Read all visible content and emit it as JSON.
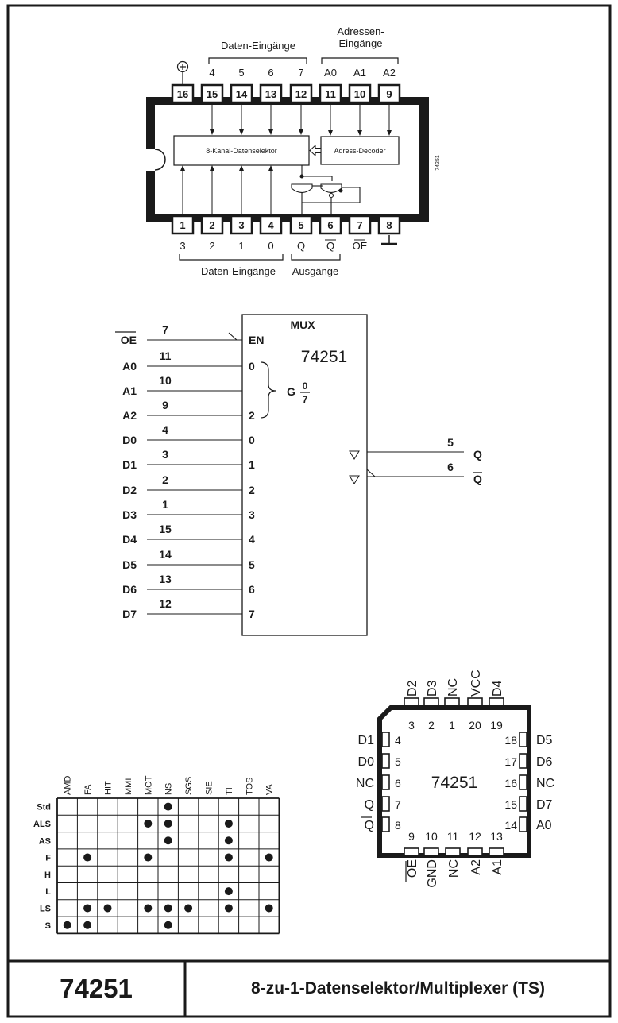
{
  "pinout": {
    "label_data_in_top": "Daten-Eingänge",
    "label_addr_in": "Adressen-\nEingänge",
    "top_pin_numbers": [
      "16",
      "15",
      "14",
      "13",
      "12",
      "11",
      "10",
      "9"
    ],
    "top_pin_labels": [
      "4",
      "5",
      "6",
      "7",
      "A0",
      "A1",
      "A2"
    ],
    "bottom_pin_numbers": [
      "1",
      "2",
      "3",
      "4",
      "5",
      "6",
      "7",
      "8"
    ],
    "bottom_pin_labels": [
      "3",
      "2",
      "1",
      "0",
      "Q",
      "Q",
      "OE"
    ],
    "selector_label": "8-Kanal-Datenselektor",
    "decoder_label": "Adress-Decoder",
    "chip_side_label": "74251",
    "label_data_in_bottom": "Daten-Eingänge",
    "label_outputs": "Ausgänge"
  },
  "logic_symbol": {
    "header": "MUX",
    "part": "74251",
    "en_label": "EN",
    "g_label": "G",
    "g_num": "0",
    "g_den": "7",
    "inputs": [
      {
        "signal": "OE",
        "pin": "7",
        "port": "EN"
      },
      {
        "signal": "A0",
        "pin": "11",
        "port": "0"
      },
      {
        "signal": "A1",
        "pin": "10",
        "port": ""
      },
      {
        "signal": "A2",
        "pin": "9",
        "port": "2"
      },
      {
        "signal": "D0",
        "pin": "4",
        "port": "0"
      },
      {
        "signal": "D1",
        "pin": "3",
        "port": "1"
      },
      {
        "signal": "D2",
        "pin": "2",
        "port": "2"
      },
      {
        "signal": "D3",
        "pin": "1",
        "port": "3"
      },
      {
        "signal": "D4",
        "pin": "15",
        "port": "4"
      },
      {
        "signal": "D5",
        "pin": "14",
        "port": "5"
      },
      {
        "signal": "D6",
        "pin": "13",
        "port": "6"
      },
      {
        "signal": "D7",
        "pin": "12",
        "port": "7"
      }
    ],
    "outputs": [
      {
        "signal": "Q",
        "pin": "5"
      },
      {
        "signal": "Q",
        "pin": "6"
      }
    ]
  },
  "plcc": {
    "part": "74251",
    "top_labels": [
      "D2",
      "D3",
      "NC",
      "VCC",
      "D4"
    ],
    "top_numbers": [
      "3",
      "2",
      "1",
      "20",
      "19"
    ],
    "left_labels": [
      "D1",
      "D0",
      "NC",
      "Q",
      "Q"
    ],
    "left_numbers": [
      "4",
      "5",
      "6",
      "7",
      "8"
    ],
    "right_numbers": [
      "18",
      "17",
      "16",
      "15",
      "14"
    ],
    "right_labels": [
      "D5",
      "D6",
      "NC",
      "D7",
      "A0"
    ],
    "bottom_numbers": [
      "9",
      "10",
      "11",
      "12",
      "13"
    ],
    "bottom_labels": [
      "OE",
      "GND",
      "NC",
      "A2",
      "A1"
    ]
  },
  "availability": {
    "columns": [
      "AMD",
      "FA",
      "HIT",
      "MMI",
      "MOT",
      "NS",
      "SGS",
      "SIE",
      "TI",
      "TOS",
      "VA"
    ],
    "rows": [
      {
        "family": "Std",
        "marks": [
          0,
          0,
          0,
          0,
          0,
          1,
          0,
          0,
          0,
          0,
          0
        ]
      },
      {
        "family": "ALS",
        "marks": [
          0,
          0,
          0,
          0,
          1,
          1,
          0,
          0,
          1,
          0,
          0
        ]
      },
      {
        "family": "AS",
        "marks": [
          0,
          0,
          0,
          0,
          0,
          1,
          0,
          0,
          1,
          0,
          0
        ]
      },
      {
        "family": "F",
        "marks": [
          0,
          1,
          0,
          0,
          1,
          0,
          0,
          0,
          1,
          0,
          1
        ]
      },
      {
        "family": "H",
        "marks": [
          0,
          0,
          0,
          0,
          0,
          0,
          0,
          0,
          0,
          0,
          0
        ]
      },
      {
        "family": "L",
        "marks": [
          0,
          0,
          0,
          0,
          0,
          0,
          0,
          0,
          1,
          0,
          0
        ]
      },
      {
        "family": "LS",
        "marks": [
          0,
          1,
          1,
          0,
          1,
          1,
          1,
          0,
          1,
          0,
          1
        ]
      },
      {
        "family": "S",
        "marks": [
          1,
          1,
          0,
          0,
          0,
          1,
          0,
          0,
          0,
          0,
          0
        ]
      }
    ]
  },
  "footer": {
    "part_number": "74251",
    "title": "8-zu-1-Datenselektor/Multiplexer (TS)"
  }
}
